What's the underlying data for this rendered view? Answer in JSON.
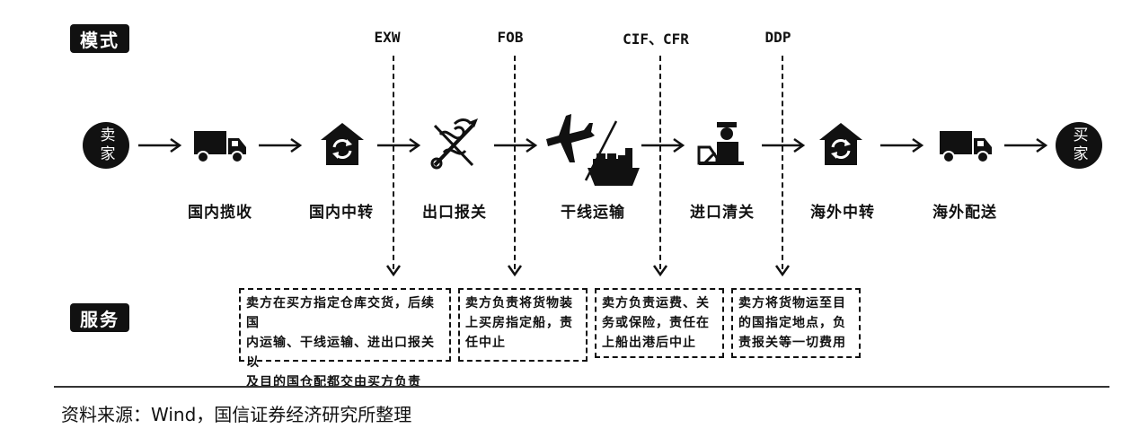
{
  "labels": {
    "mode": "模式",
    "service": "服务"
  },
  "parties": {
    "seller": "卖家",
    "buyer": "买家"
  },
  "terms": {
    "exw": "EXW",
    "fob": "FOB",
    "cif_cfr": "CIF、CFR",
    "ddp": "DDP"
  },
  "steps": [
    {
      "label": "国内揽收",
      "icon": "truck-icon"
    },
    {
      "label": "国内中转",
      "icon": "warehouse-transfer-icon"
    },
    {
      "label": "出口报关",
      "icon": "customs-caduceus-icon"
    },
    {
      "label": "干线运输",
      "icon": "plane-ship-icon"
    },
    {
      "label": "进口清关",
      "icon": "customs-officer-icon"
    },
    {
      "label": "海外中转",
      "icon": "warehouse-transfer-icon"
    },
    {
      "label": "海外配送",
      "icon": "truck-icon"
    }
  ],
  "services": [
    {
      "term": "EXW",
      "lines": [
        "卖方在买方指定仓库交货，后续国",
        "内运输、干线运输、进出口报关以",
        "及目的国仓配都交由买方负责"
      ]
    },
    {
      "term": "FOB",
      "lines": [
        "卖方负责将货物装",
        "上买房指定船，责",
        "任中止"
      ]
    },
    {
      "term": "CIF、CFR",
      "lines": [
        "卖方负责运费、关",
        "务或保险，责任在",
        "上船出港后中止"
      ]
    },
    {
      "term": "DDP",
      "lines": [
        "卖方将货物运至目",
        "的国指定地点，负",
        "责报关等一切费用"
      ]
    }
  ],
  "source": "资料来源：Wind，国信证券经济研究所整理"
}
